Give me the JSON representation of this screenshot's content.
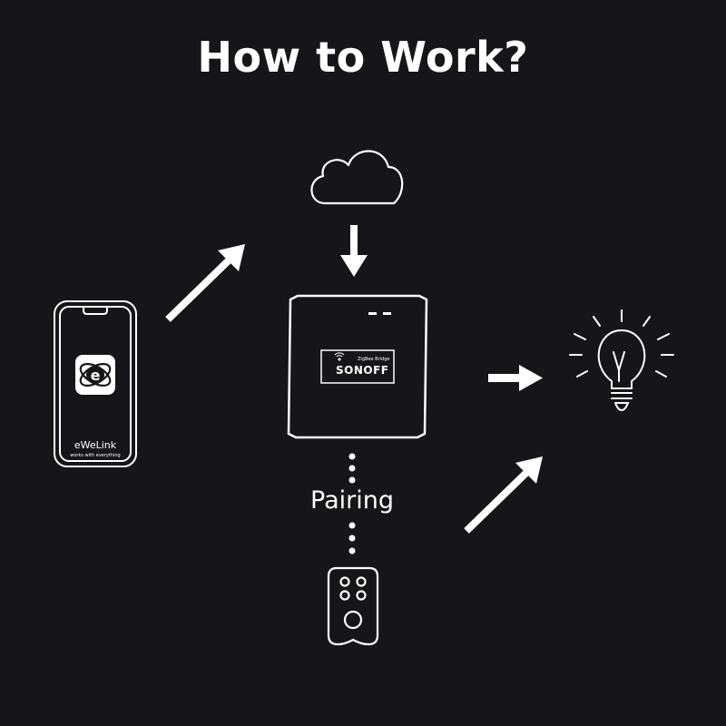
{
  "title": "How to Work?",
  "phone": {
    "app_name": "eWeLink",
    "app_tagline": "works with everything"
  },
  "bridge": {
    "brand": "SONOFF",
    "model": "ZigBee Bridge"
  },
  "pairing_label": "Pairing",
  "colors": {
    "background": "#16161a",
    "foreground": "#ffffff"
  }
}
